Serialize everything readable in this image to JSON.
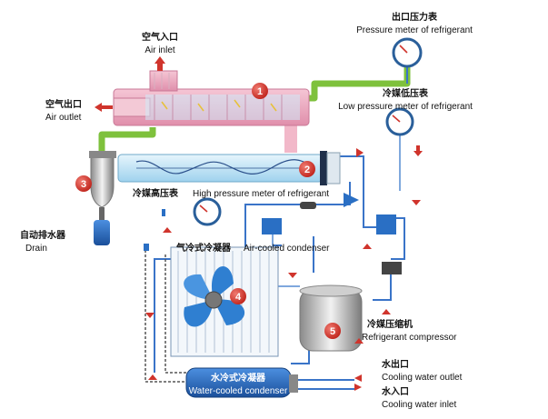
{
  "labels": {
    "outlet_gauge": {
      "zh": "出口压力表",
      "en": "Pressure meter of refrigerant"
    },
    "air_inlet": {
      "zh": "空气入口",
      "en": "Air inlet"
    },
    "air_outlet": {
      "zh": "空气出口",
      "en": "Air outlet"
    },
    "low_gauge": {
      "zh": "冷媒低压表",
      "en": "Low pressure meter of refrigerant"
    },
    "high_gauge": {
      "zh": "冷媒高压表",
      "en": "High pressure meter of refrigerant"
    },
    "drain": {
      "zh": "自动排水器",
      "en": "Drain"
    },
    "air_condenser": {
      "zh": "气冷式冷凝器",
      "en": "Air-cooled condenser"
    },
    "compressor": {
      "zh": "冷媒压缩机",
      "en": "Refrigerant compressor"
    },
    "water_condenser": {
      "zh": "水冷式冷凝器",
      "en": "Water-cooled condenser"
    },
    "water_outlet": {
      "zh": "水出口",
      "en": "Cooling water outlet"
    },
    "water_inlet": {
      "zh": "水入口",
      "en": "Cooling water inlet"
    }
  },
  "badges": [
    "1",
    "2",
    "3",
    "4",
    "5"
  ],
  "colors": {
    "badge": "#d0342c",
    "pipe_green": "#7ec13c",
    "pipe_blue": "#3a74c8",
    "hx_pink": "#e9a6bd",
    "hx_cyan": "#bfe3f5",
    "tank_blue": "#2a6fc4",
    "arrow": "#d0342c"
  },
  "icons": [
    "pressure-gauge-icon",
    "fan-icon",
    "arrow-icon"
  ]
}
